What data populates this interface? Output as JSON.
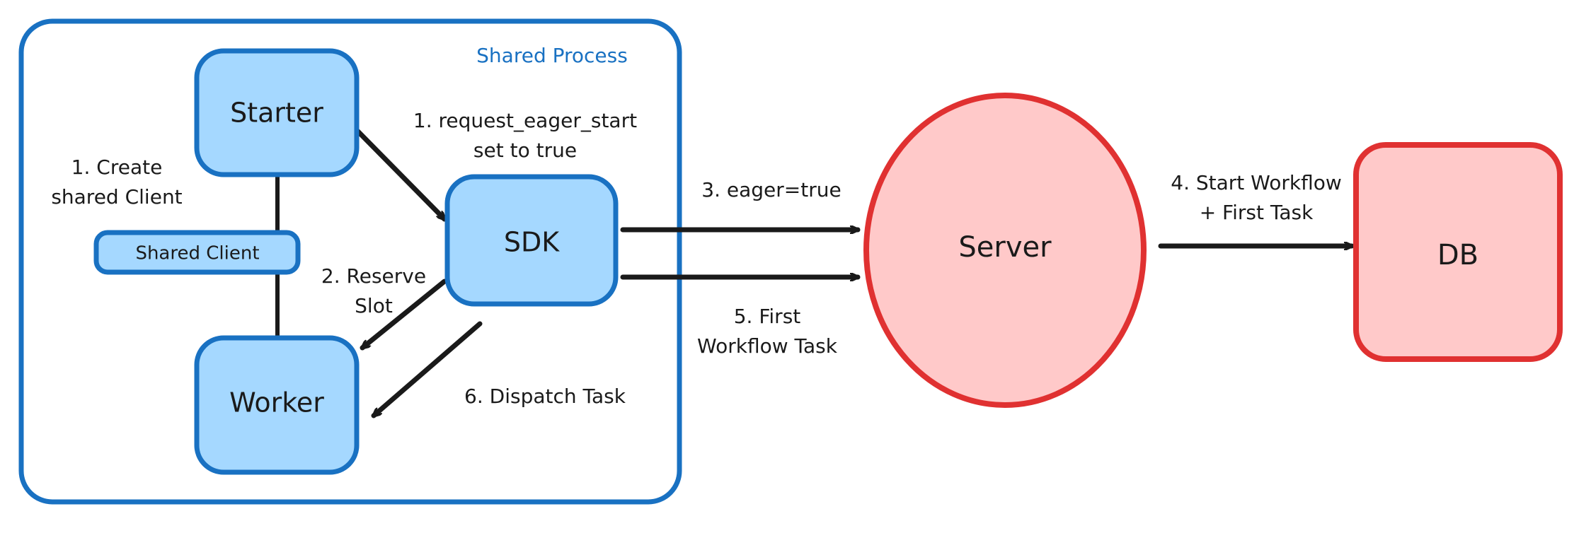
{
  "diagram": {
    "title": "Shared Process eager workflow start flow",
    "background": "#ffffff",
    "colors": {
      "blue_stroke": "#1971c2",
      "blue_fill": "#a5d8ff",
      "red_stroke": "#e03131",
      "red_fill": "#ffc9c9",
      "ink": "#1a1a1a",
      "blue_text": "#1971c2"
    }
  },
  "group": {
    "label": "Shared Process"
  },
  "nodes": {
    "starter": {
      "label": "Starter",
      "shape": "rounded-rect",
      "fill": "#a5d8ff",
      "stroke": "#1971c2"
    },
    "shared_client": {
      "label": "Shared Client",
      "shape": "rounded-rect",
      "fill": "#a5d8ff",
      "stroke": "#1971c2"
    },
    "worker": {
      "label": "Worker",
      "shape": "rounded-rect",
      "fill": "#a5d8ff",
      "stroke": "#1971c2"
    },
    "sdk": {
      "label": "SDK",
      "shape": "rounded-rect",
      "fill": "#a5d8ff",
      "stroke": "#1971c2"
    },
    "server": {
      "label": "Server",
      "shape": "ellipse",
      "fill": "#ffc9c9",
      "stroke": "#e03131"
    },
    "db": {
      "label": "DB",
      "shape": "rounded-rect",
      "fill": "#ffc9c9",
      "stroke": "#e03131"
    }
  },
  "edges": [
    {
      "id": "create-shared-client",
      "from": "starter",
      "to": "shared_client",
      "arrow": false,
      "label_line1": "1. Create",
      "label_line2": "shared Client"
    },
    {
      "id": "request-eager-start",
      "from": "starter",
      "to": "sdk",
      "arrow": true,
      "label_line1": "1. request_eager_start",
      "label_line2": "set to true"
    },
    {
      "id": "reserve-slot",
      "from": "sdk",
      "to": "worker",
      "arrow": true,
      "label_line1": "2. Reserve",
      "label_line2": "Slot"
    },
    {
      "id": "eager-true",
      "from": "sdk",
      "to": "server",
      "arrow": true,
      "label_line1": "3. eager=true",
      "label_line2": ""
    },
    {
      "id": "start-workflow-first-task",
      "from": "server",
      "to": "db",
      "arrow": true,
      "label_line1": "4. Start Workflow",
      "label_line2": "+ First Task"
    },
    {
      "id": "first-workflow-task",
      "from": "server",
      "to": "sdk",
      "arrow": true,
      "label_line1": "5. First",
      "label_line2": "Workflow Task"
    },
    {
      "id": "dispatch-task",
      "from": "sdk",
      "to": "worker",
      "arrow": true,
      "label_line1": "6. Dispatch Task",
      "label_line2": ""
    },
    {
      "id": "shared-client-worker",
      "from": "shared_client",
      "to": "worker",
      "arrow": false,
      "label_line1": "",
      "label_line2": ""
    }
  ]
}
